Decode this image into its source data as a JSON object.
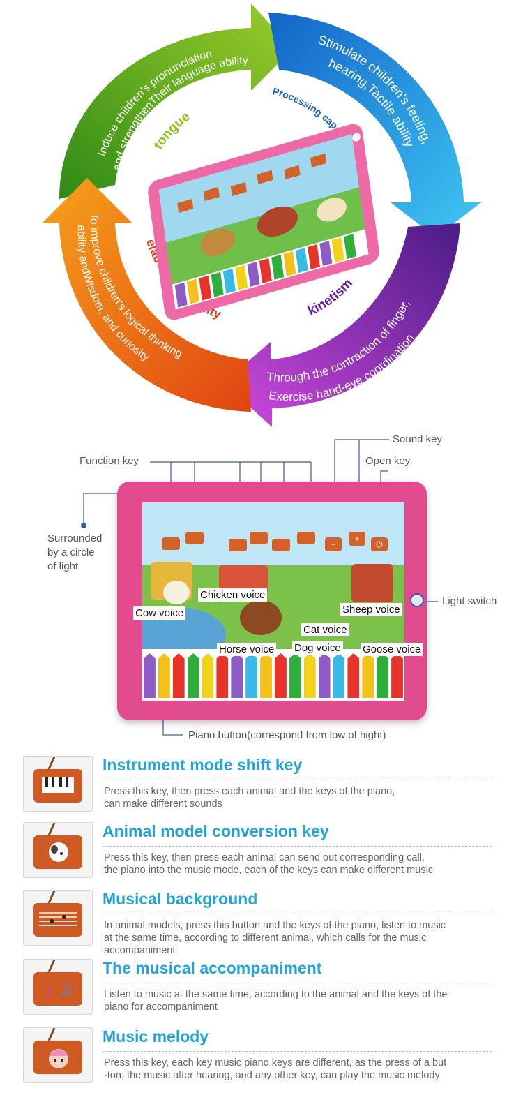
{
  "cycle": {
    "segments": [
      {
        "id": "green",
        "color": "#5aa615",
        "text_lines": [
          "Induce children's pronunciation",
          "and strengthenTheir language ability"
        ],
        "category": "tongue",
        "category_color": "#8cc41a"
      },
      {
        "id": "blue",
        "color": "#1d8fe0",
        "text_lines": [
          "Stimulate children's feeling,",
          "hearing,Tactile ability"
        ],
        "category": "Processing capacity to feel",
        "category_color": "#1b63b8"
      },
      {
        "id": "purple",
        "color": "#8c2bb8",
        "text_lines": [
          "Through the contraction of finger,",
          "Exercise hand-eye coordination"
        ],
        "category": "kinetism",
        "category_color": "#6a1e9a"
      },
      {
        "id": "orange",
        "color": "#f07a10",
        "text_lines": [
          "To improve children's logical thinking",
          "ability andWisdom, and curiosity"
        ],
        "category": "elaborative faculty",
        "category_color": "#d9421a"
      }
    ]
  },
  "diagram": {
    "callouts": {
      "function_key": "Function key",
      "sound_key": "Sound key",
      "open_key": "Open key",
      "surrounded": "Surrounded\nby a circle\nof light",
      "light_switch": "Light switch",
      "piano_button": "Piano button(correspond from low of hight)"
    },
    "voices": {
      "chicken": "Chicken voice",
      "cow": "Cow voice",
      "sheep": "Sheep voice",
      "cat": "Cat voice",
      "horse": "Horse voice",
      "dog": "Dog voice",
      "goose": "Goose voice"
    },
    "piano_key_colors": [
      "#8e5bc7",
      "#f2c21b",
      "#e8332a",
      "#2fae3c",
      "#f2d21b",
      "#e8332a",
      "#8e5bc7",
      "#39b9e6",
      "#f2c21b",
      "#e8332a",
      "#2fae3c",
      "#f2d21b",
      "#8e5bc7",
      "#39b9e6",
      "#e8332a",
      "#f2c21b",
      "#2fae3c",
      "#e8332a"
    ]
  },
  "features": [
    {
      "title": "Instrument mode shift key",
      "desc": "Press this key, then press each animal and the keys of the piano,\ncan make different sounds",
      "icon": "piano-keys-icon"
    },
    {
      "title": "Animal model conversion key",
      "desc": "Press this key, then press each animal can send out corresponding call,\nthe piano into the music mode, each of the keys can make different music",
      "icon": "dog-face-icon"
    },
    {
      "title": "Musical background",
      "desc": "In animal models, press this button and the keys of the piano, listen to music\n at the same time, according to different animal, which calls for the music\naccompaniment",
      "icon": "music-staff-icon"
    },
    {
      "title": "The musical accompaniment",
      "desc": "Listen to music at the same time, according to the animal and the keys of the\n piano for accompaniment",
      "icon": "music-notes-icon"
    },
    {
      "title": "Music melody",
      "desc": "Press this key, each key music piano keys are different, as the press of a but\n-ton, the music after hearing, and any other key, can play the music melody",
      "icon": "girl-face-icon"
    }
  ]
}
